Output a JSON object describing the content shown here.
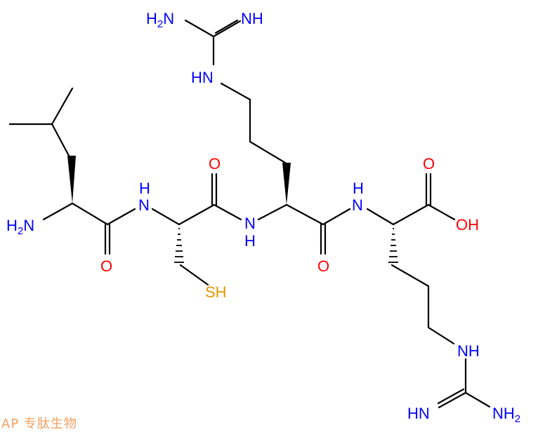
{
  "diagram": {
    "type": "chemical-structure",
    "molecule": "Leu-Cys-Arg-Arg tetrapeptide",
    "colors": {
      "bond": "#000000",
      "nitrogen": "#0000ff",
      "oxygen": "#ff0000",
      "sulfur": "#e69500",
      "watermark": "#f0a060"
    },
    "labels": {
      "top_guanidine_nh2": "H2N",
      "top_guanidine_nh": "NH",
      "top_guanidine_hn": "HN",
      "leu_nh2": "H2N",
      "leu_carbonyl_o": "O",
      "cys_nh_h": "H",
      "cys_nh_n": "N",
      "cys_sh": "SH",
      "cys_carbonyl_o": "O",
      "arg1_nh_n": "N",
      "arg1_nh_h": "H",
      "arg1_carbonyl_o": "O",
      "arg2_nh_h": "H",
      "arg2_nh_n": "N",
      "acid_o": "O",
      "acid_oh": "OH",
      "bottom_guanidine_nh": "NH",
      "bottom_guanidine_hn": "HN",
      "bottom_guanidine_nh2": "NH2"
    },
    "watermark": "AP 专肽生物"
  }
}
